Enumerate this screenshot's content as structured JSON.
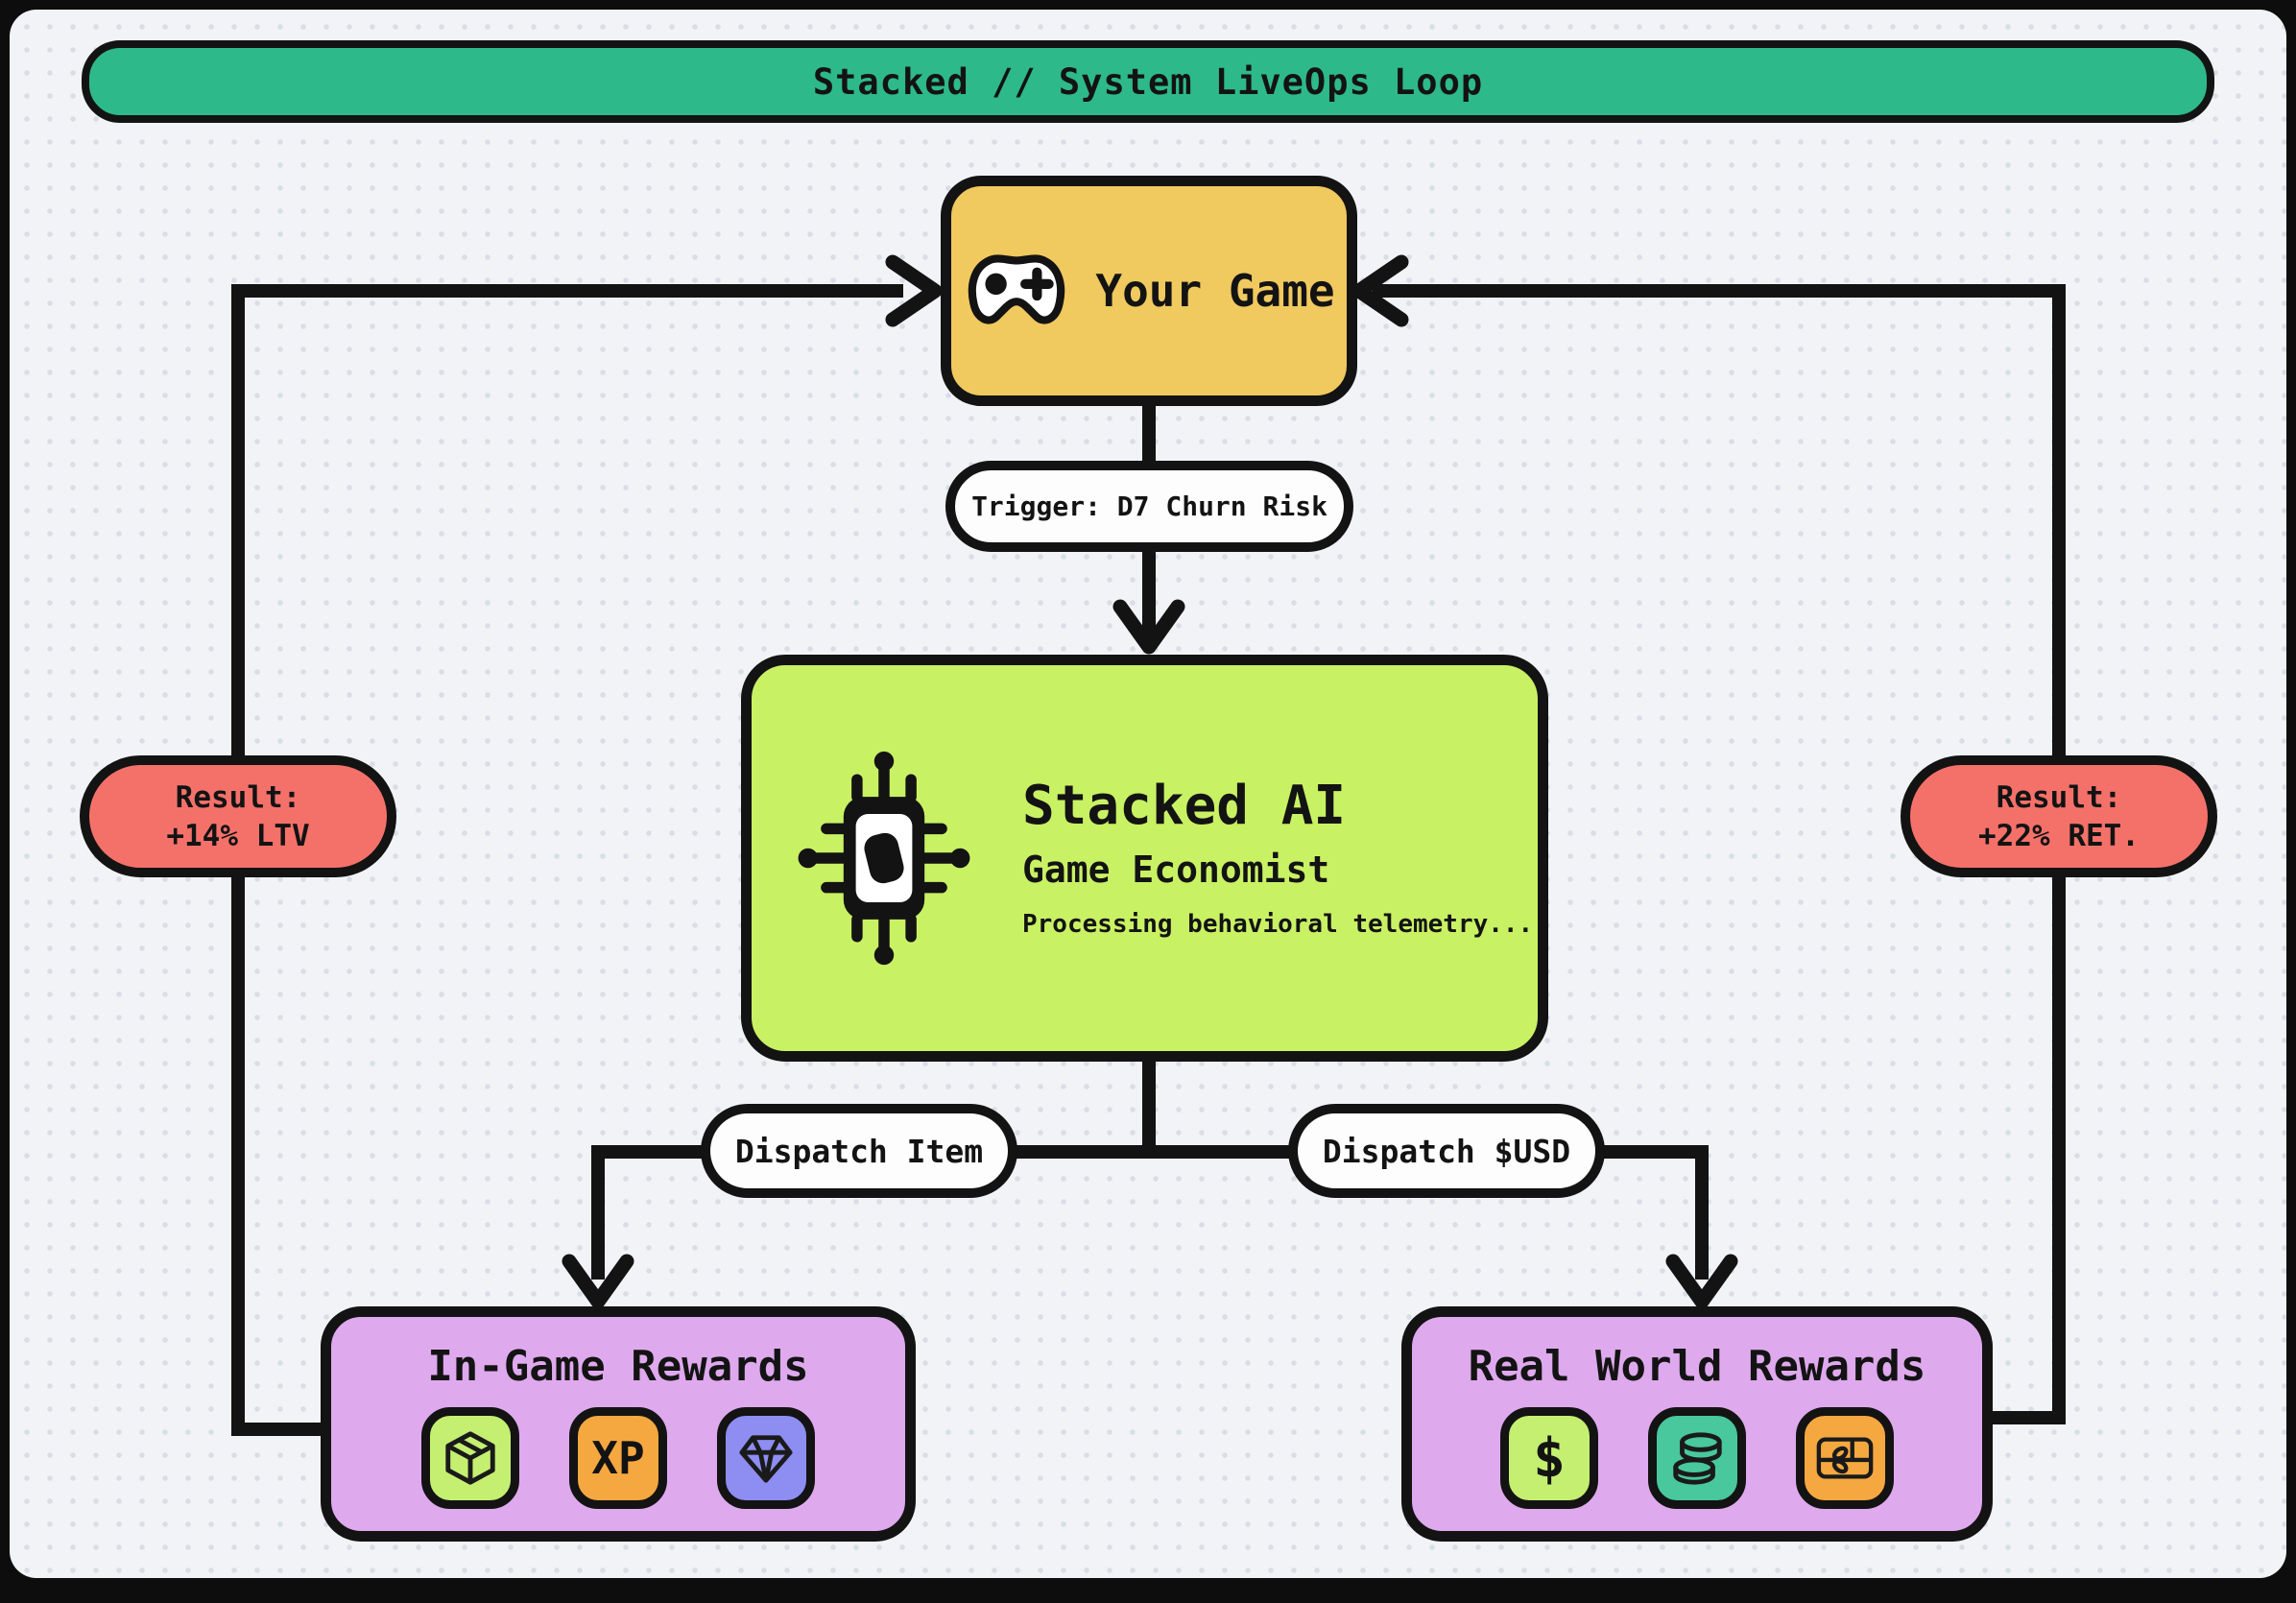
{
  "header": {
    "title": "Stacked // System LiveOps Loop"
  },
  "nodes": {
    "your_game": {
      "label": "Your Game",
      "icon": "gamepad-icon"
    },
    "trigger": {
      "label": "Trigger: D7 Churn Risk"
    },
    "ai": {
      "title": "Stacked AI",
      "subtitle": "Game Economist",
      "status": "Processing behavioral telemetry...",
      "icon": "ai-chip-icon"
    },
    "dispatch_item": {
      "label": "Dispatch Item"
    },
    "dispatch_usd": {
      "label": "Dispatch $USD"
    },
    "in_game": {
      "title": "In-Game Rewards",
      "tiles": [
        {
          "icon": "package-icon"
        },
        {
          "icon": "xp-badge",
          "label": "XP"
        },
        {
          "icon": "gem-icon"
        }
      ]
    },
    "real_world": {
      "title": "Real World Rewards",
      "tiles": [
        {
          "icon": "dollar-badge",
          "label": "$"
        },
        {
          "icon": "coins-icon"
        },
        {
          "icon": "gift-card-icon"
        }
      ]
    }
  },
  "results": {
    "ltv": {
      "line1": "Result:",
      "line2": "+14% LTV"
    },
    "retention": {
      "line1": "Result:",
      "line2": "+22% RET."
    }
  },
  "colors": {
    "background": "#0d0d0d",
    "panel": "#f1f3f7",
    "ink": "#131313",
    "header_green": "#2eb98a",
    "game_yellow": "#f0c95f",
    "ai_lime": "#c9f164",
    "result_red": "#f4716a",
    "reward_purple": "#dfa9ee",
    "tile_lime": "#c5ef70",
    "tile_orange": "#f5a840",
    "tile_blue": "#8d8df2",
    "tile_teal": "#48c89c",
    "pill_white": "#fdfdfd"
  }
}
